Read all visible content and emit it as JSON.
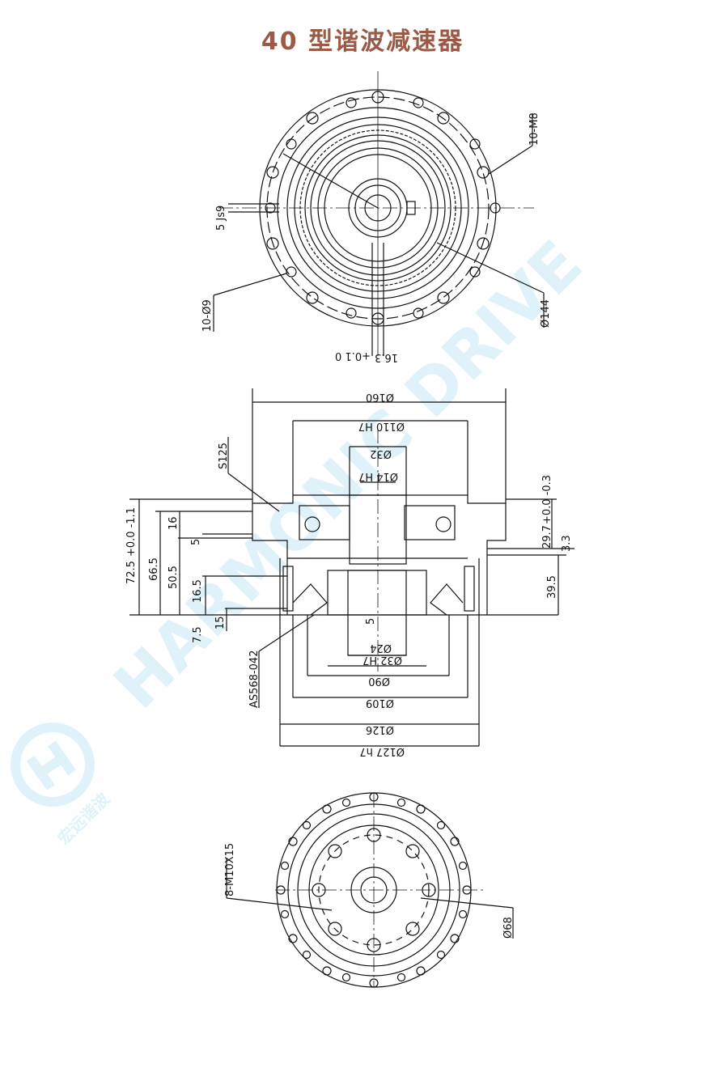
{
  "title": "40 型谐波减速器",
  "colors": {
    "title": "#9b5a46",
    "line": "#111111",
    "watermark": "#d9eef8"
  },
  "watermark": {
    "brand": "HARMONIC DRIVE",
    "company": "宏远谐波",
    "logo_icon": "hy-logo-icon"
  },
  "top_view": {
    "labels": {
      "bolts": "10-M8",
      "keyway": "5 Js9",
      "holes": "10-Ø9",
      "pcd": "Ø144",
      "key_height": "16.3",
      "key_tol": "+0.1 0"
    }
  },
  "side_view": {
    "labels": {
      "d160": "Ø160",
      "d110": "Ø110 H7",
      "d32": "Ø32",
      "d14": "Ø14 H7",
      "s125": "S125",
      "h72": "72.5",
      "h72_tol": "+0.0 -1.1",
      "h66": "66.5",
      "h50": "50.5",
      "h16a": "16",
      "h5a": "5",
      "h16b": "16.5",
      "h7": "7.5",
      "h15": "15",
      "h29": "29.7",
      "h29_tol": "+0.0 -0.3",
      "h33": "3.3",
      "h39": "39.5",
      "h5b": "5",
      "oring": "AS568-042",
      "d24": "Ø24",
      "d32h7": "Ø32 H7",
      "d90": "Ø90",
      "d109": "Ø109",
      "d126": "Ø126",
      "d127": "Ø127 h7"
    }
  },
  "bottom_view": {
    "labels": {
      "screws": "8-M10X15",
      "pcd": "Ø68"
    }
  }
}
